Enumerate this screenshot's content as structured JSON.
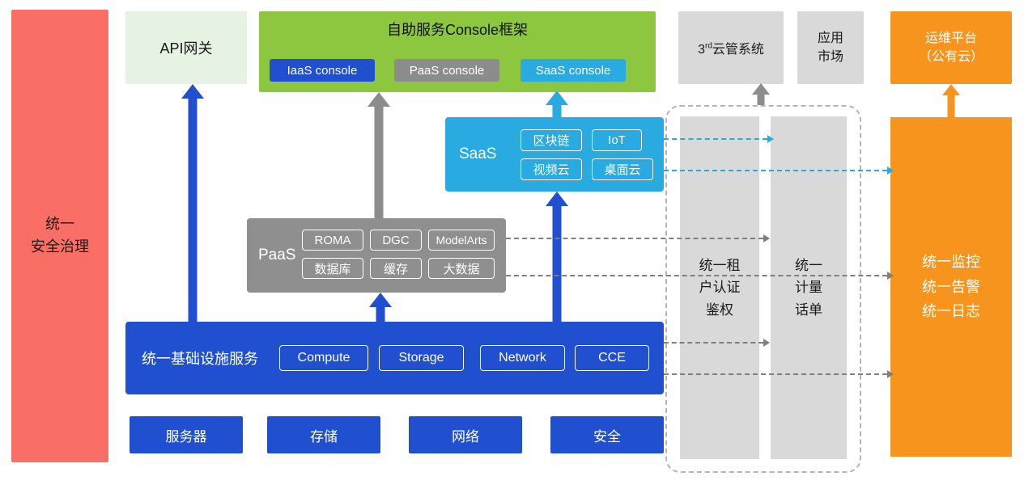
{
  "colors": {
    "blue": "#2050d0",
    "cyan": "#29abe2",
    "green": "#8dc63f",
    "light_green": "#e6f2e2",
    "gray": "#8f8f8f",
    "light_gray": "#d9d9d9",
    "orange": "#f7941d",
    "red": "#f96e65"
  },
  "security": {
    "label": "统一\n安全治理"
  },
  "api_gateway": {
    "label": "API网关"
  },
  "console": {
    "title": "自助服务Console框架",
    "iaas": "IaaS console",
    "paas": "PaaS console",
    "saas": "SaaS console"
  },
  "third_cloud": {
    "prefix": "3",
    "sup": "rd",
    "suffix": "云管系统"
  },
  "app_market": {
    "label": "应用\n市场"
  },
  "ops_platform": {
    "label": "运维平台\n（公有云）"
  },
  "saas": {
    "label": "SaaS",
    "chips": [
      "区块链",
      "IoT",
      "视频云",
      "桌面云"
    ]
  },
  "paas": {
    "label": "PaaS",
    "chips": [
      "ROMA",
      "DGC",
      "ModelArts",
      "数据库",
      "缓存",
      "大数据"
    ]
  },
  "infra": {
    "label": "统一基础设施服务",
    "chips": [
      "Compute",
      "Storage",
      "Network",
      "CCE"
    ]
  },
  "hardware": [
    "服务器",
    "存储",
    "网络",
    "安全"
  ],
  "auth": {
    "label": "统一租\n户认证\n鉴权"
  },
  "metering": {
    "label": "统一\n计量\n话单"
  },
  "monitoring": {
    "label": "统一监控\n统一告警\n统一日志"
  }
}
